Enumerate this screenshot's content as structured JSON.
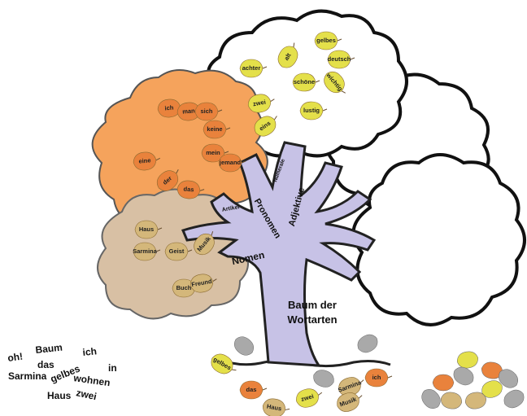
{
  "tree": {
    "trunk_label_1": "Baum der",
    "trunk_label_2": "Wortarten",
    "branches": {
      "nomen": "Nomen",
      "pronomen": "Pronomen",
      "adjektive": "Adjektive",
      "artikel": "Artikel",
      "numerale": "Numerale"
    }
  },
  "crowns": {
    "pronomen_leaves": [
      "ich",
      "man",
      "sich",
      "keine",
      "mein",
      "jemand",
      "eine",
      "der",
      "das"
    ],
    "nomen_leaves": [
      "Haus",
      "Sarmina",
      "Geist",
      "Musik",
      "Buch",
      "Freund"
    ],
    "adjektive_leaves": [
      "achter",
      "alt",
      "gelbes",
      "deutsch",
      "schöne",
      "wichtig",
      "zwei",
      "lustig",
      "eins"
    ]
  },
  "fallen_leaves": [
    "gelbes",
    "das",
    "Haus",
    "zwei",
    "Sarmina",
    "Musik",
    "ich"
  ],
  "loose_words": [
    "oh!",
    "Baum",
    "das",
    "ich",
    "gelbes",
    "in",
    "Sarmina",
    "wohnen",
    "Haus",
    "zwei"
  ],
  "colors": {
    "orange_crown": "#f5a35c",
    "tan_crown": "#d8c0a4",
    "trunk": "#c7c2e6",
    "orange_leaf": "#e9823c",
    "yellow_leaf": "#e4e04a",
    "tan_leaf": "#d4b77a",
    "grey_leaf": "#a9a9a9"
  }
}
